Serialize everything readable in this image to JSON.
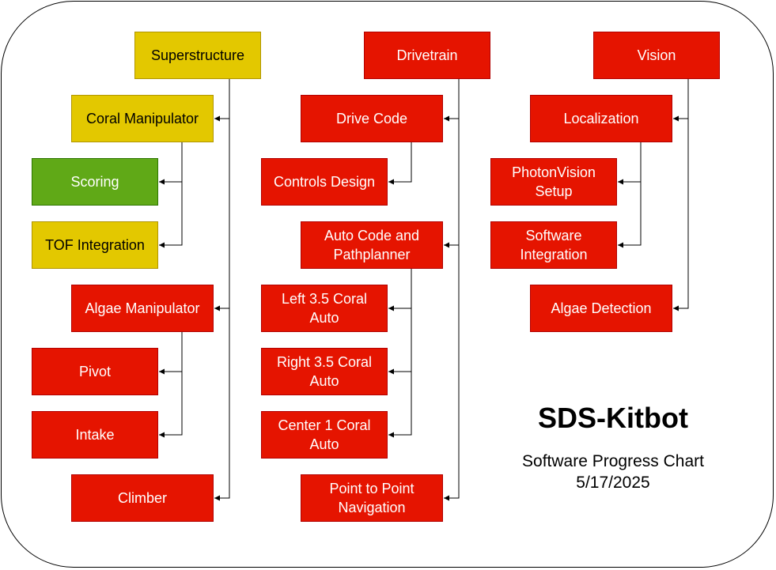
{
  "colors": {
    "red": "#e51400",
    "yellow": "#e3c800",
    "green": "#60a917"
  },
  "title": "SDS-Kitbot",
  "subtitle": "Software Progress Chart",
  "date": "5/17/2025",
  "nodes": {
    "superstructure": {
      "label": "Superstructure",
      "status": "yellow"
    },
    "coral_manipulator": {
      "label": "Coral Manipulator",
      "status": "yellow"
    },
    "scoring": {
      "label": "Scoring",
      "status": "green"
    },
    "tof_integration": {
      "label": "TOF Integration",
      "status": "yellow"
    },
    "algae_manipulator": {
      "label": "Algae Manipulator",
      "status": "red"
    },
    "pivot": {
      "label": "Pivot",
      "status": "red"
    },
    "intake": {
      "label": "Intake",
      "status": "red"
    },
    "climber": {
      "label": "Climber",
      "status": "red"
    },
    "drivetrain": {
      "label": "Drivetrain",
      "status": "red"
    },
    "drive_code": {
      "label": "Drive Code",
      "status": "red"
    },
    "controls_design": {
      "label": "Controls Design",
      "status": "red"
    },
    "auto_code": {
      "label": "Auto Code and\nPathplanner",
      "status": "red"
    },
    "left_auto": {
      "label": "Left 3.5 Coral\nAuto",
      "status": "red"
    },
    "right_auto": {
      "label": "Right 3.5 Coral\nAuto",
      "status": "red"
    },
    "center_auto": {
      "label": "Center 1 Coral\nAuto",
      "status": "red"
    },
    "p2p_navigation": {
      "label": "Point to Point\nNavigation",
      "status": "red"
    },
    "vision": {
      "label": "Vision",
      "status": "red"
    },
    "localization": {
      "label": "Localization",
      "status": "red"
    },
    "photonvision_setup": {
      "label": "PhotonVision\nSetup",
      "status": "red"
    },
    "software_integration": {
      "label": "Software\nIntegration",
      "status": "red"
    },
    "algae_detection": {
      "label": "Algae Detection",
      "status": "red"
    }
  },
  "edges": [
    [
      "superstructure",
      "coral_manipulator"
    ],
    [
      "superstructure",
      "algae_manipulator"
    ],
    [
      "superstructure",
      "climber"
    ],
    [
      "coral_manipulator",
      "scoring"
    ],
    [
      "coral_manipulator",
      "tof_integration"
    ],
    [
      "algae_manipulator",
      "pivot"
    ],
    [
      "algae_manipulator",
      "intake"
    ],
    [
      "drivetrain",
      "drive_code"
    ],
    [
      "drivetrain",
      "auto_code"
    ],
    [
      "drivetrain",
      "p2p_navigation"
    ],
    [
      "drive_code",
      "controls_design"
    ],
    [
      "auto_code",
      "left_auto"
    ],
    [
      "auto_code",
      "right_auto"
    ],
    [
      "auto_code",
      "center_auto"
    ],
    [
      "vision",
      "localization"
    ],
    [
      "vision",
      "algae_detection"
    ],
    [
      "localization",
      "photonvision_setup"
    ],
    [
      "localization",
      "software_integration"
    ]
  ]
}
